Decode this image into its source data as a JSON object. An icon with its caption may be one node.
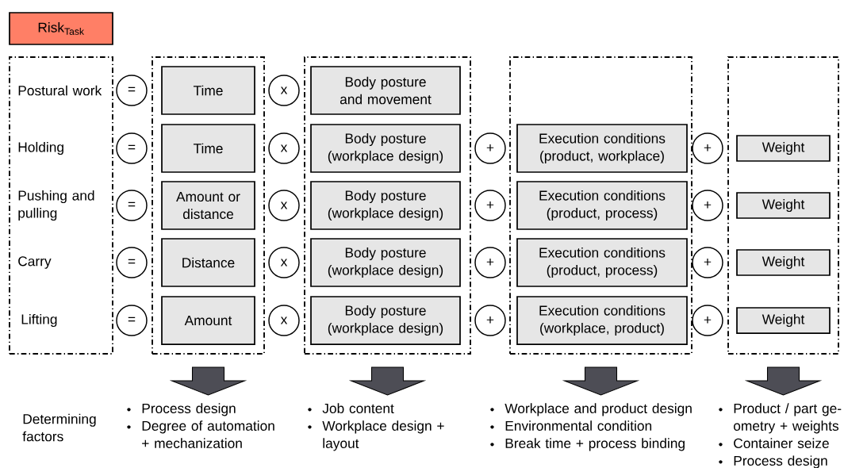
{
  "diagram": {
    "nodes": [
      {
        "text": [
          "Risk$_{Task}$"
        ]
      },
      {
        "text": [],
        "shape": "box"
      },
      {
        "text": [],
        "shape": "box"
      },
      {
        "text": [],
        "shape": "box"
      },
      {
        "text": [],
        "shape": "box"
      },
      {
        "text": [],
        "shape": "box"
      },
      {
        "text": [
          "="
        ]
      },
      {
        "text": [
          "Time"
        ],
        "in": 2
      },
      {
        "text": [
          "x"
        ]
      },
      {
        "text": [
          "Body posture and movement"
        ],
        "in": 3
      },
      {
        "text": [
          "="
        ]
      },
      {
        "text": [
          "Time"
        ],
        "in": 2
      },
      {
        "text": [
          "x"
        ]
      },
      {
        "text": [
          "Body posture (workplace design)"
        ],
        "in": 3
      },
      {
        "text": [
          "+"
        ]
      },
      {
        "text": [
          "Execution conditions (product, workplace)"
        ],
        "in": 4
      },
      {
        "text": [
          "+"
        ]
      },
      {
        "text": [
          "Weight"
        ],
        "in": 5
      },
      {
        "text": [
          "="
        ]
      },
      {
        "text": [
          "Amount or distance"
        ],
        "in": 2
      },
      {
        "text": [
          "x"
        ]
      },
      {
        "text": [
          "Body posture (workplace design)"
        ],
        "in": 3
      },
      {
        "text": [
          "+"
        ]
      },
      {
        "text": [
          "Execution conditions (product, process)"
        ],
        "in": 4
      },
      {
        "text": [
          "+"
        ]
      },
      {
        "text": [
          "Weight"
        ],
        "in": 5
      },
      {
        "text": [
          "="
        ]
      },
      {
        "text": [
          "Distance"
        ],
        "in": 2
      },
      {
        "text": [
          "x"
        ]
      },
      {
        "text": [
          "Body posture (workplace design)"
        ],
        "in": 3
      },
      {
        "text": [
          "+"
        ]
      },
      {
        "text": [
          "Execution conditions (product, process)"
        ],
        "in": 4
      },
      {
        "text": [
          "+"
        ]
      },
      {
        "text": [
          "Weight"
        ],
        "in": 5
      },
      {
        "text": [
          "="
        ]
      },
      {
        "text": [
          "Amount"
        ],
        "in": 2
      },
      {
        "text": [
          "x"
        ]
      },
      {
        "text": [
          "Body posture (workplace design)"
        ],
        "in": 3
      },
      {
        "text": [
          "+"
        ]
      },
      {
        "text": [
          "Execution conditions (workplace, product)"
        ],
        "in": 4
      },
      {
        "text": [
          "+"
        ]
      },
      {
        "text": [
          "Weight"
        ],
        "in": 5
      },
      {
        "text": [
          "Process design",
          "Degree of automation + mechanization"
        ]
      },
      {
        "text": [
          "Job content",
          "Workplace design + layout"
        ]
      },
      {
        "text": [
          "Workplace and product design",
          "Environmental condition",
          "Break time + process binding"
        ]
      },
      {
        "text": [
          "Product / part ge- ometry + weights",
          "Container seize",
          "Process design"
        ]
      }
    ],
    "edges": [
      {
        "from": 2,
        "to": 42,
        "arrow": "to"
      },
      {
        "from": 3,
        "to": 43,
        "arrow": "to"
      },
      {
        "from": 4,
        "to": 44,
        "arrow": "to"
      },
      {
        "from": 5,
        "to": 45,
        "arrow": "to"
      }
    ],
    "labels": [
      "Postural work",
      "Holding",
      "Pushing and pulling",
      "Carry",
      "Lifting",
      "Determining factors"
    ]
  }
}
